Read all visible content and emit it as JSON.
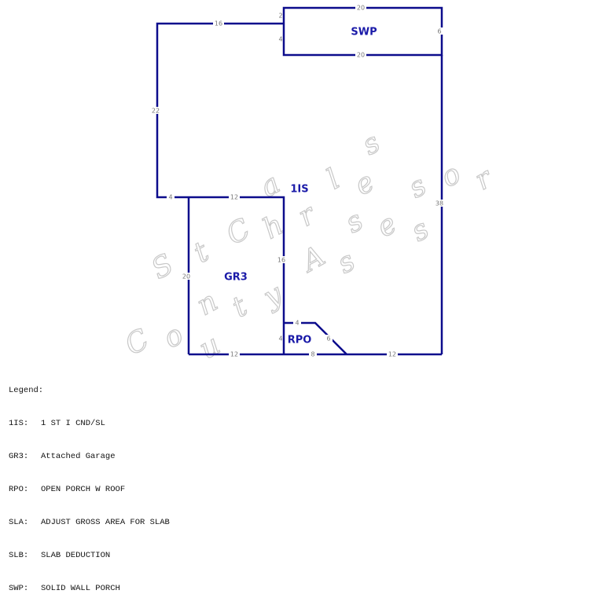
{
  "watermark": {
    "line1": "St Charles",
    "line2": "County Assessor"
  },
  "areas": {
    "swp": "SWP",
    "main": "1IS",
    "garage": "GR3",
    "porch": "RPO"
  },
  "dimensions": {
    "swp_top": "20",
    "swp_bottom": "20",
    "swp_right": "6",
    "swp_left_upper": "2",
    "swp_left_lower": "4",
    "top_left": "16",
    "left": "22",
    "bottom_left_stub": "4",
    "garage_top": "12",
    "garage_right": "16",
    "garage_left": "20",
    "garage_bottom": "12",
    "right": "38",
    "porch_top": "4",
    "porch_left": "4",
    "porch_diag": "6",
    "porch_bottom": "8",
    "bottom_right": "12"
  },
  "legend": {
    "title": "Legend:",
    "items": [
      {
        "code": "1IS:",
        "desc": "1 ST I CND/SL"
      },
      {
        "code": "GR3:",
        "desc": "Attached Garage"
      },
      {
        "code": "RPO:",
        "desc": "OPEN PORCH W ROOF"
      },
      {
        "code": "SLA:",
        "desc": "ADJUST GROSS AREA FOR SLAB"
      },
      {
        "code": "SLB:",
        "desc": "SLAB DEDUCTION"
      },
      {
        "code": "SWP:",
        "desc": "SOLID WALL PORCH"
      }
    ]
  }
}
